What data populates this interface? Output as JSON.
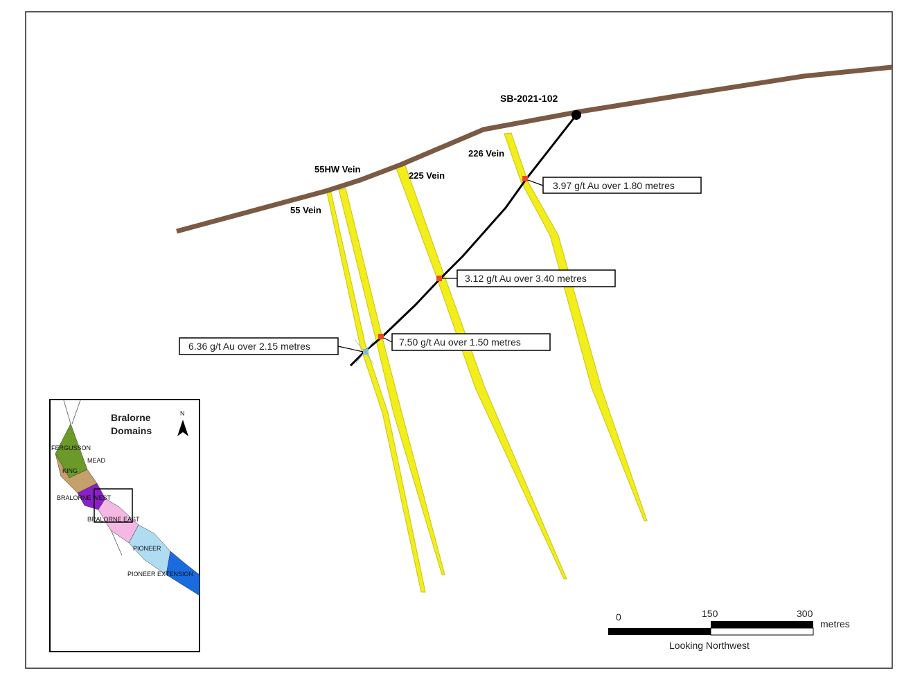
{
  "drill_hole": {
    "name": "SB-2021-102"
  },
  "veins": {
    "v55": "55 Vein",
    "v55hw": "55HW Vein",
    "v225": "225 Vein",
    "v226": "226 Vein"
  },
  "intercepts": [
    {
      "text": "3.97 g/t Au over 1.80 metres"
    },
    {
      "text": "3.12 g/t Au over 3.40 metres"
    },
    {
      "text": "7.50 g/t Au over 1.50 metres"
    },
    {
      "text": "6.36 g/t Au over 2.15 metres"
    }
  ],
  "inset": {
    "title_line1": "Bralorne",
    "title_line2": "Domains",
    "north": "N",
    "domains": {
      "fergusson": "FERGUSSON",
      "mead": "MEAD",
      "king": "KING",
      "bralorne_west": "BRALORNE WEST",
      "bralorne_east": "BRALORNE EAST",
      "pioneer": "PIONEER",
      "pioneer_extension": "PIONEER EXTENSION"
    }
  },
  "scale": {
    "tick0": "0",
    "tick1": "150",
    "tick2": "300",
    "unit": "metres",
    "view": "Looking Northwest"
  },
  "colors": {
    "topography": "#7a5a44",
    "vein_fill": "#f2ee1c",
    "vein_edge": "#c9c212",
    "drill_hole": "#000000",
    "intercept": "#e8472c",
    "intercept_alt": "#7fb8d8",
    "fergusson": "#6b9a28",
    "king_mead": "#c4a06a",
    "bralorne_west": "#8a1ec8",
    "bralorne_east": "#f4b8e4",
    "pioneer": "#b0dcf2",
    "pioneer_extension": "#1a6be0"
  }
}
